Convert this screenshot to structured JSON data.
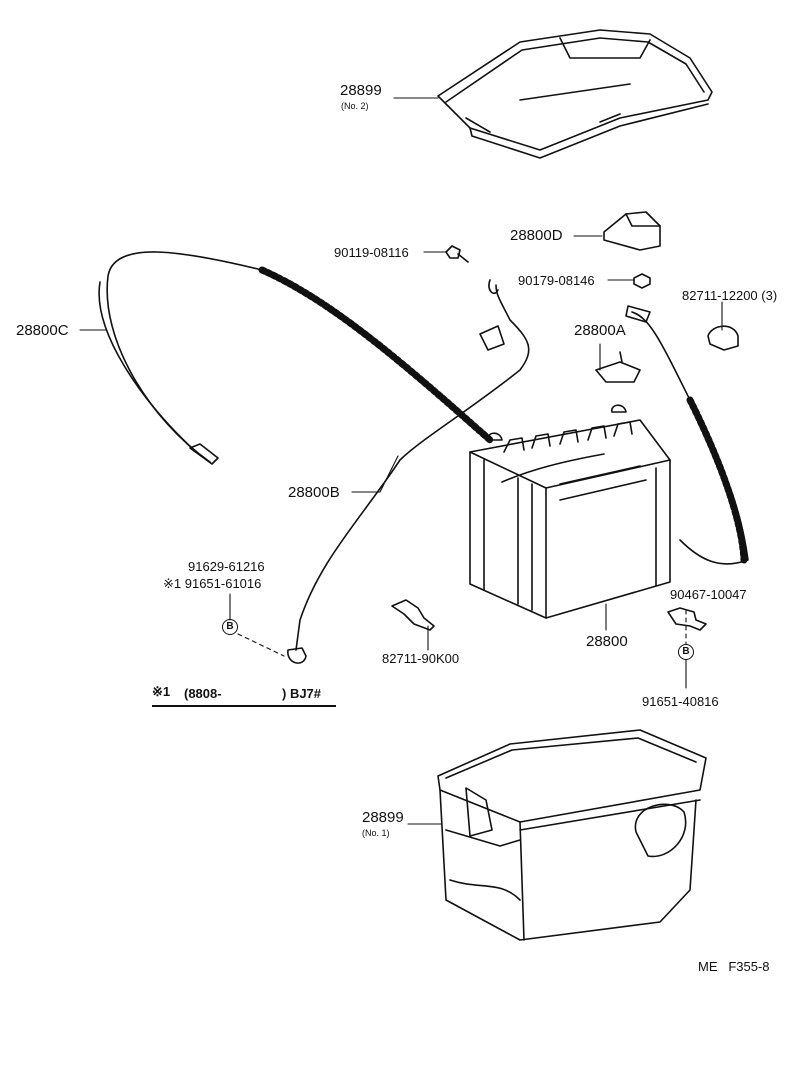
{
  "parts": {
    "cover_no2_num": "28899",
    "cover_no2_sub": "(No. 2)",
    "terminal_d": "28800D",
    "bolt": "90119-08116",
    "nut": "90179-08146",
    "clamp_upper": "82711-12200 (3)",
    "cable_c": "28800C",
    "terminal_a": "28800A",
    "cable_b": "28800B",
    "bolt_b1": "91629-61216",
    "bolt_b2": "※1 91651-61016",
    "clamp_lower": "82711-90K00",
    "battery": "28800",
    "clamp_right": "90467-10047",
    "bolt_right": "91651-40816",
    "tray_no1_num": "28899",
    "tray_no1_sub": "(No. 1)",
    "circle_b": "B"
  },
  "note": {
    "marker": "※1",
    "range": "(8808-",
    "end": ") BJ7#"
  },
  "ref_code": "ME   F355-8"
}
